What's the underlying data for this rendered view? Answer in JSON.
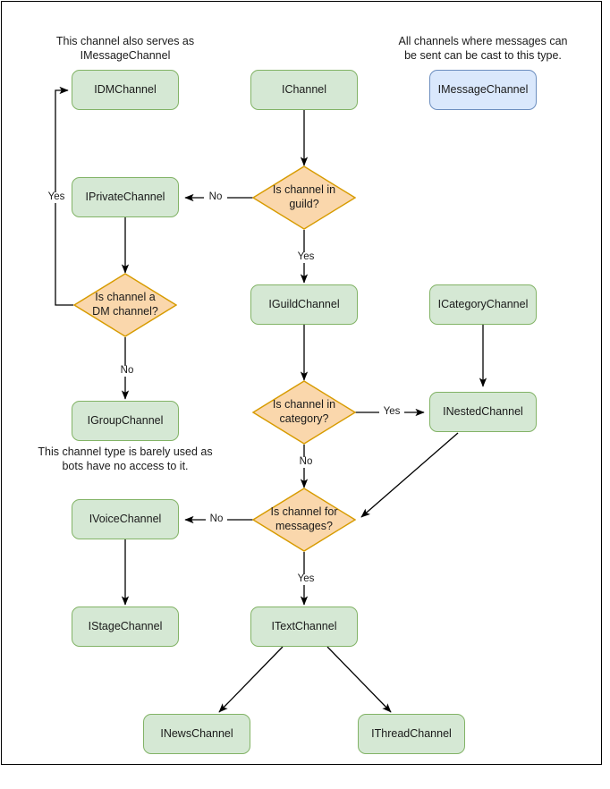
{
  "diagram": {
    "title": "Discord channel interface decision flowchart",
    "colors": {
      "green_fill": "#d5e8d4",
      "green_stroke": "#82b366",
      "blue_fill": "#dae8fc",
      "blue_stroke": "#6c8ebf",
      "orange_fill": "#fad7ac",
      "orange_stroke": "#d79b00",
      "edge_stroke": "#000000",
      "text": "#1a1a1a",
      "frame_stroke": "#000000",
      "background": "#ffffff"
    },
    "notes": [
      {
        "id": "note-dm",
        "text": "This channel also serves as\nIMessageChannel"
      },
      {
        "id": "note-message",
        "text": "All channels where messages can\nbe sent can be cast to this type."
      },
      {
        "id": "note-group",
        "text": "This channel type is barely used as\nbots have no access to it."
      }
    ],
    "nodes": [
      {
        "id": "idm",
        "label": "IDMChannel",
        "shape": "box",
        "style": "green"
      },
      {
        "id": "ichannel",
        "label": "IChannel",
        "shape": "box",
        "style": "green"
      },
      {
        "id": "imessage",
        "label": "IMessageChannel",
        "shape": "box",
        "style": "blue"
      },
      {
        "id": "iprivate",
        "label": "IPrivateChannel",
        "shape": "box",
        "style": "green"
      },
      {
        "id": "dguild",
        "label": "Is channel in\nguild?",
        "shape": "diamond",
        "style": "orange"
      },
      {
        "id": "ddm",
        "label": "Is channel a\nDM channel?",
        "shape": "diamond",
        "style": "orange"
      },
      {
        "id": "iguild",
        "label": "IGuildChannel",
        "shape": "box",
        "style": "green"
      },
      {
        "id": "icategory",
        "label": "ICategoryChannel",
        "shape": "box",
        "style": "green"
      },
      {
        "id": "igroup",
        "label": "IGroupChannel",
        "shape": "box",
        "style": "green"
      },
      {
        "id": "dcategory",
        "label": "Is channel in\ncategory?",
        "shape": "diamond",
        "style": "orange"
      },
      {
        "id": "inested",
        "label": "INestedChannel",
        "shape": "box",
        "style": "green"
      },
      {
        "id": "dmessages",
        "label": "Is channel for\nmessages?",
        "shape": "diamond",
        "style": "orange"
      },
      {
        "id": "ivoice",
        "label": "IVoiceChannel",
        "shape": "box",
        "style": "green"
      },
      {
        "id": "istage",
        "label": "IStageChannel",
        "shape": "box",
        "style": "green"
      },
      {
        "id": "itext",
        "label": "ITextChannel",
        "shape": "box",
        "style": "green"
      },
      {
        "id": "inews",
        "label": "INewsChannel",
        "shape": "box",
        "style": "green"
      },
      {
        "id": "ithread",
        "label": "IThreadChannel",
        "shape": "box",
        "style": "green"
      }
    ],
    "edges": [
      {
        "id": "e-ichannel-dguild",
        "from": "ichannel",
        "to": "dguild",
        "label": ""
      },
      {
        "id": "e-dguild-iprivate",
        "from": "dguild",
        "to": "iprivate",
        "label": "No"
      },
      {
        "id": "e-dguild-iguild",
        "from": "dguild",
        "to": "iguild",
        "label": "Yes"
      },
      {
        "id": "e-iprivate-ddm",
        "from": "iprivate",
        "to": "ddm",
        "label": ""
      },
      {
        "id": "e-ddm-idm",
        "from": "ddm",
        "to": "idm",
        "label": "Yes"
      },
      {
        "id": "e-ddm-igroup",
        "from": "ddm",
        "to": "igroup",
        "label": "No"
      },
      {
        "id": "e-iguild-dcategory",
        "from": "iguild",
        "to": "dcategory",
        "label": ""
      },
      {
        "id": "e-dcategory-inested",
        "from": "dcategory",
        "to": "inested",
        "label": "Yes"
      },
      {
        "id": "e-dcategory-dmessages",
        "from": "dcategory",
        "to": "dmessages",
        "label": "No"
      },
      {
        "id": "e-icategory-inested",
        "from": "icategory",
        "to": "inested",
        "label": ""
      },
      {
        "id": "e-inested-dmessages",
        "from": "inested",
        "to": "dmessages",
        "label": ""
      },
      {
        "id": "e-dmessages-ivoice",
        "from": "dmessages",
        "to": "ivoice",
        "label": "No"
      },
      {
        "id": "e-dmessages-itext",
        "from": "dmessages",
        "to": "itext",
        "label": "Yes"
      },
      {
        "id": "e-ivoice-istage",
        "from": "ivoice",
        "to": "istage",
        "label": ""
      },
      {
        "id": "e-itext-inews",
        "from": "itext",
        "to": "inews",
        "label": ""
      },
      {
        "id": "e-itext-ithread",
        "from": "itext",
        "to": "ithread",
        "label": ""
      }
    ],
    "edge_labels": {
      "dguild_no": "No",
      "dguild_yes": "Yes",
      "ddm_yes": "Yes",
      "ddm_no": "No",
      "dcategory_yes": "Yes",
      "dcategory_no": "No",
      "dmessages_no": "No",
      "dmessages_yes": "Yes"
    }
  }
}
